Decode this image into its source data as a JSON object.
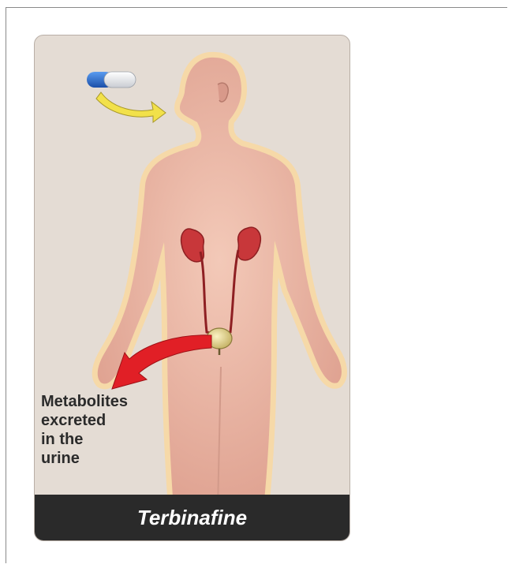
{
  "card": {
    "caption_lines": [
      "Metabolites",
      "excreted",
      "in the",
      "urine"
    ],
    "drug_name": "Terbinafine"
  },
  "colors": {
    "card_background": "#e4dcd4",
    "body_fill": "#e8b0a0",
    "body_glow": "#f6d9a8",
    "kidney": "#c8373a",
    "excretion_arrow": "#e11f26",
    "ingestion_arrow": "#f2e14a",
    "capsule_blue": "#2a6fd6",
    "banner": "#2a2a2a"
  },
  "icons": {
    "capsule": "capsule-icon",
    "ingestion_arrow": "ingestion-arrow-icon",
    "excretion_arrow": "excretion-arrow-icon"
  }
}
